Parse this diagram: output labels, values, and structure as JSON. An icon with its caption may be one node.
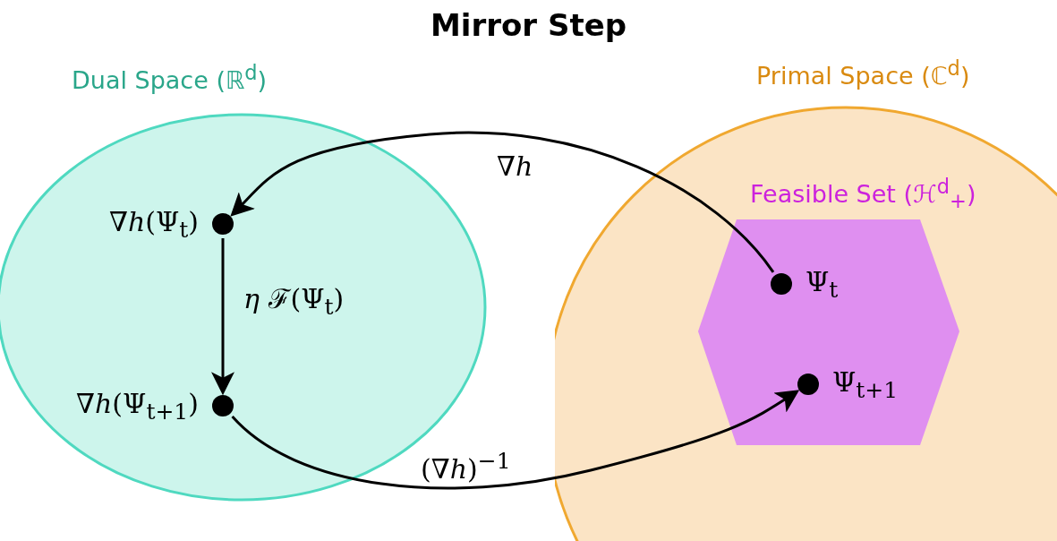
{
  "diagram": {
    "title": "Mirror Step",
    "nodes": [
      {
        "text": [
          "Dual Space (ℝ$^{d}$)"
        ]
      },
      {
        "text": [
          "Primal Space (ℂ$^{d}$)"
        ]
      },
      {
        "text": [
          "Feasible Set (ℋ$^{d}$$_{+}$)"
        ],
        "in": 1
      },
      {
        "text": [
          "∇*h*(Ψ$_{t}$)"
        ],
        "in": 0
      },
      {
        "text": [
          "∇*h*(Ψ$_{t+1}$)"
        ],
        "in": 0
      },
      {
        "text": [
          "Ψ$_{t}$"
        ],
        "in": 2
      },
      {
        "text": [
          "Ψ$_{t+1}$"
        ],
        "in": 2
      }
    ],
    "edges": [
      {
        "from": 5,
        "to": 3,
        "arrow": "to",
        "label": "∇*h*"
      },
      {
        "from": 3,
        "to": 4,
        "arrow": "to",
        "label": "*η* ℱ(Ψ$_{t}$)"
      },
      {
        "from": 4,
        "to": 6,
        "arrow": "to",
        "label": "(∇*h*)$^{−1}$"
      }
    ]
  }
}
